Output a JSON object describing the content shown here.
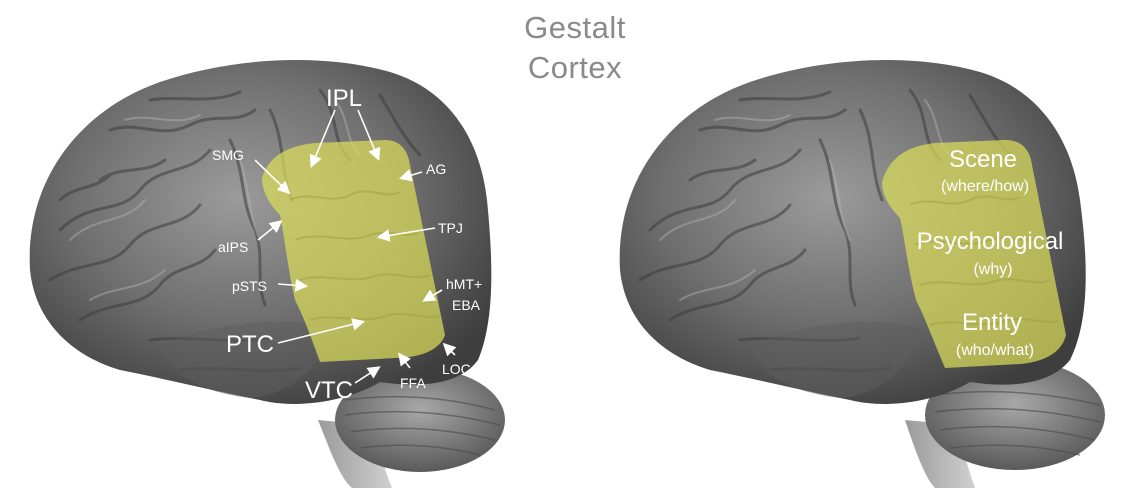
{
  "title": {
    "line1": "Gestalt",
    "line2": "Cortex"
  },
  "left_labels": {
    "ipl": "IPL",
    "smg": "SMG",
    "ag": "AG",
    "aips": "aIPS",
    "tpj": "TPJ",
    "psts": "pSTS",
    "hmt": "hMT+",
    "eba": "EBA",
    "ptc": "PTC",
    "loc": "LOC",
    "ffa": "FFA",
    "vtc": "VTC"
  },
  "right_labels": {
    "scene": "Scene",
    "scene_sub": "(where/how)",
    "psych": "Psychological",
    "psych_sub": "(why)",
    "entity": "Entity",
    "entity_sub": "(who/what)"
  },
  "colors": {
    "brain_dark": "#4a4a4a",
    "brain_mid": "#6e6e6e",
    "brain_light": "#9a9a9a",
    "highlight": "#d9dc5a",
    "label": "#ffffff",
    "title": "#8a8a8a"
  }
}
